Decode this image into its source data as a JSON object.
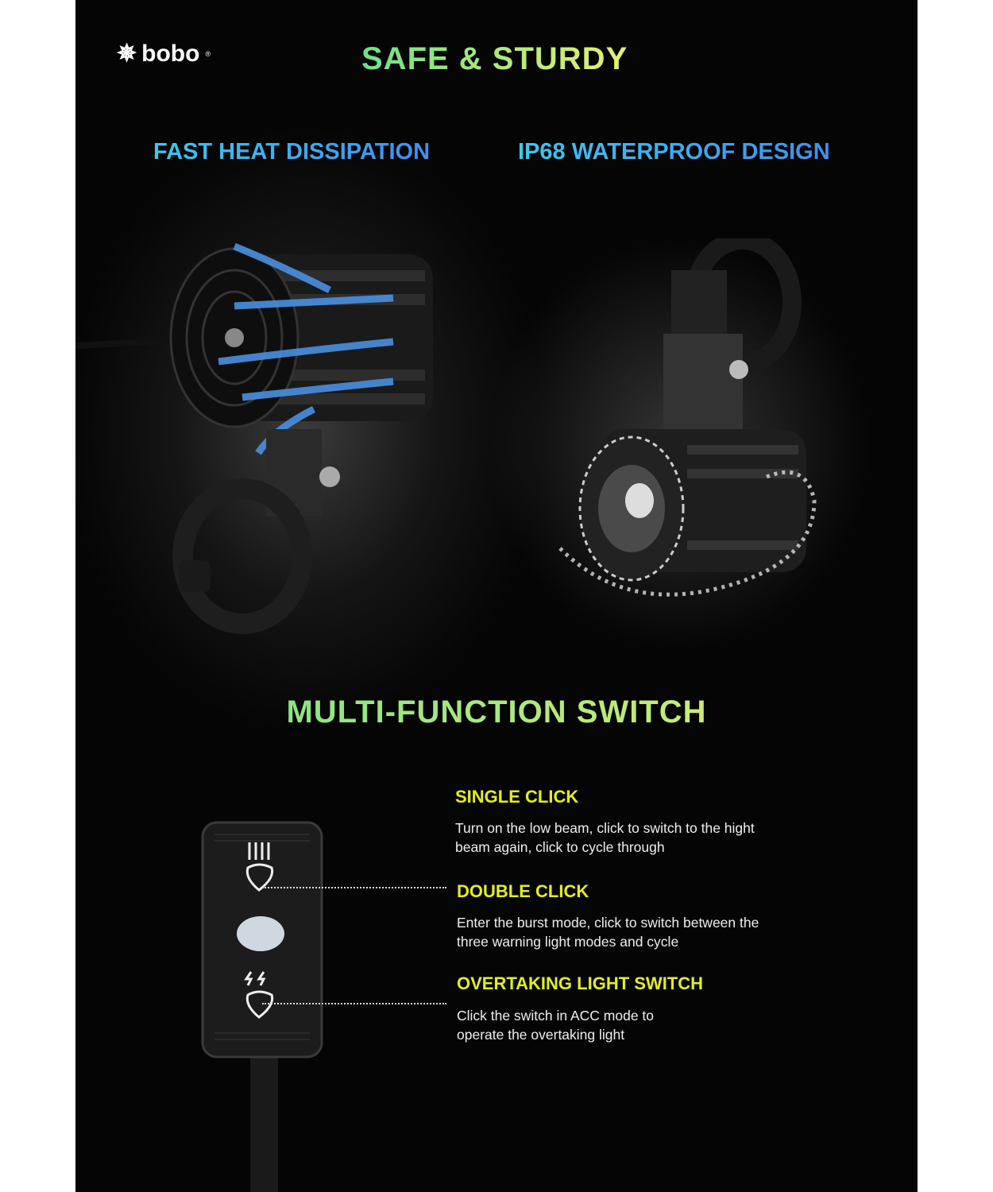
{
  "brand": {
    "name": "bobo",
    "mark": "®"
  },
  "title": "SAFE & STURDY",
  "features": [
    {
      "label": "FAST HEAT DISSIPATION"
    },
    {
      "label": "IP68 WATERPROOF DESIGN"
    }
  ],
  "switch_section": {
    "title": "MULTI-FUNCTION SWITCH",
    "items": [
      {
        "heading": "SINGLE CLICK",
        "text": "Turn on the low beam, click to switch to the hight beam again, click to cycle through"
      },
      {
        "heading": "DOUBLE CLICK",
        "text": "Enter the burst mode, click to switch between the three warning light modes and cycle"
      },
      {
        "heading": "OVERTAKING LIGHT SWITCH",
        "text": "Click the switch in ACC mode to operate the overtaking light"
      }
    ]
  },
  "colors": {
    "heading_yellow": "#e3ee1e",
    "arrow_blue": "#4a8fe0"
  }
}
